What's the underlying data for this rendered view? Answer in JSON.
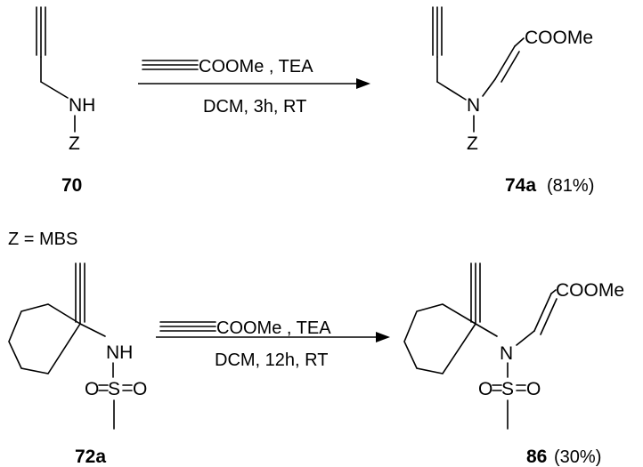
{
  "atoms": {
    "nh": "NH",
    "n": "N",
    "z": "Z",
    "o": "O",
    "s": "S",
    "ester": "COOMe"
  },
  "reactions": [
    {
      "reagents": "COOMe , TEA",
      "conditions": "DCM, 3h, RT",
      "reactant_label": "70",
      "product_label": "74a",
      "product_yield": "(81%)"
    },
    {
      "reagents": "COOMe , TEA",
      "conditions": "DCM, 12h, RT",
      "reactant_label": "72a",
      "product_label": "86",
      "product_yield": "(30%)"
    }
  ],
  "note": "Z = MBS"
}
